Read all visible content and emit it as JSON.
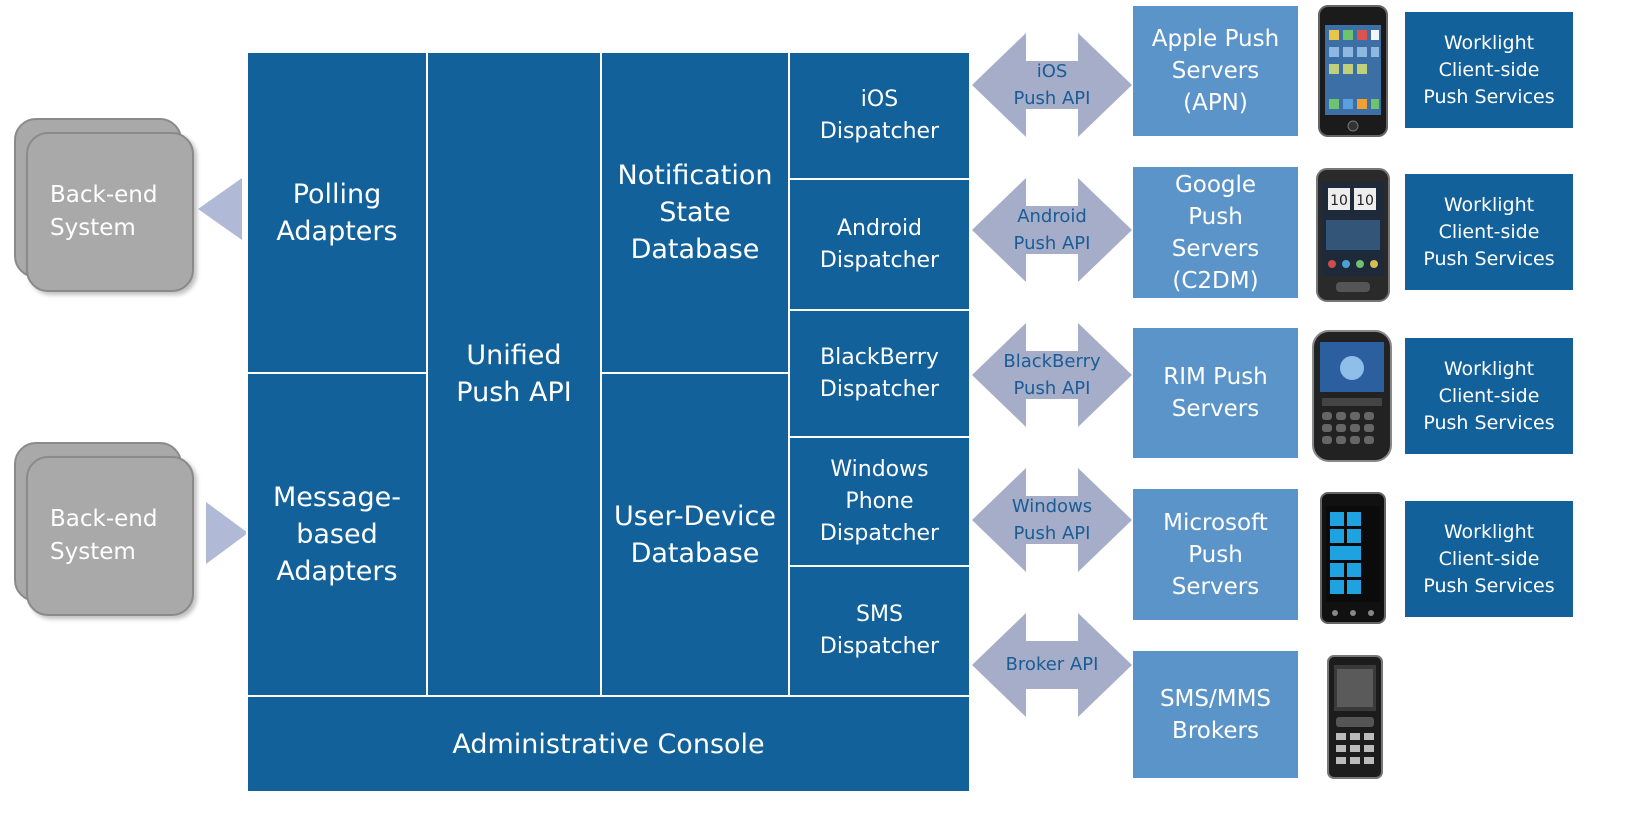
{
  "backend_systems": [
    {
      "label": "Back-end\nSystem"
    },
    {
      "label": "Back-end\nSystem"
    }
  ],
  "server": {
    "polling_adapters": "Polling\nAdapters",
    "message_adapters": "Message-\nbased\nAdapters",
    "unified_push_api": "Unified\nPush API",
    "notification_db": "Notification\nState\nDatabase",
    "user_device_db": "User-Device\nDatabase",
    "admin_console": "Administrative Console",
    "dispatchers": [
      "iOS\nDispatcher",
      "Android\nDispatcher",
      "BlackBerry\nDispatcher",
      "Windows\nPhone\nDispatcher",
      "SMS\nDispatcher"
    ]
  },
  "push_apis": [
    "iOS\nPush API",
    "Android\nPush API",
    "BlackBerry\nPush API",
    "Windows\nPush API",
    "Broker API"
  ],
  "push_servers": [
    "Apple Push\nServers\n(APN)",
    "Google\nPush\nServers\n(C2DM)",
    "RIM Push\nServers",
    "Microsoft\nPush\nServers",
    "SMS/MMS\nBrokers"
  ],
  "devices": [
    {
      "icon": "iphone-icon"
    },
    {
      "icon": "android-phone-icon"
    },
    {
      "icon": "blackberry-phone-icon"
    },
    {
      "icon": "windows-phone-icon"
    },
    {
      "icon": "feature-phone-icon"
    }
  ],
  "client_services": [
    "Worklight\nClient-side\nPush Services",
    "Worklight\nClient-side\nPush Services",
    "Worklight\nClient-side\nPush Services",
    "Worklight\nClient-side\nPush Services"
  ],
  "colors": {
    "server_block": "#13619a",
    "push_server": "#5b94c9",
    "arrow": "#a5adc9",
    "backend": "#a9a9a9"
  }
}
